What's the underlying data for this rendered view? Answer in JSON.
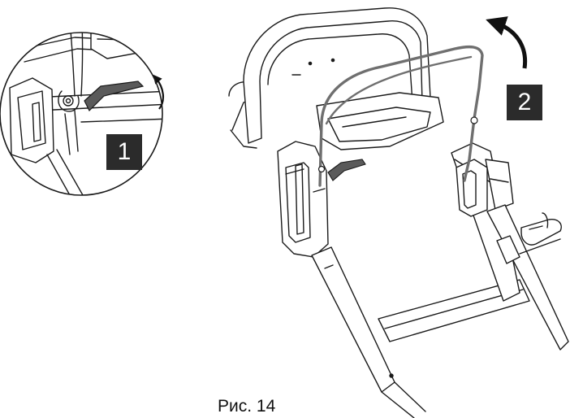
{
  "figure": {
    "caption": "Рис. 14",
    "steps": [
      {
        "label": "1"
      },
      {
        "label": "2"
      }
    ]
  },
  "colors": {
    "line": "#1a1a1a",
    "part_fill": "#ffffff",
    "lever_fill": "#5a5a5a",
    "badge_fill": "#2b2b2b",
    "badge_text": "#ffffff"
  },
  "icons": {
    "step1_arrow": "curved-arrow-up-icon",
    "step2_arrow": "curved-arrow-up-left-icon"
  }
}
